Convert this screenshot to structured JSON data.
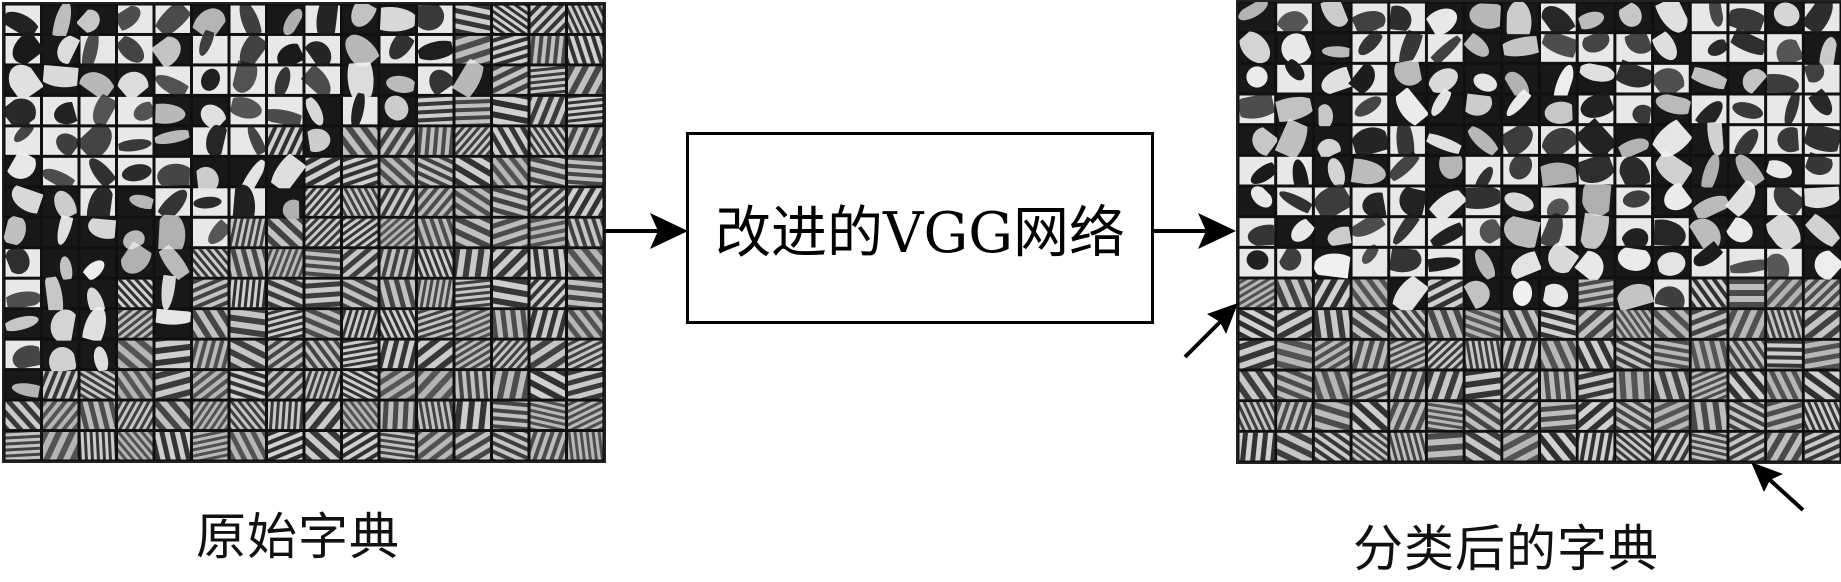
{
  "diagram": {
    "network_label": "改进的VGG网络",
    "original_dictionary": {
      "caption": "原始字典",
      "grid_rows": 15,
      "grid_cols": 16
    },
    "classified_dictionary": {
      "caption": "分类后的字典",
      "grid_rows": 15,
      "grid_cols": 16
    },
    "colors": {
      "line": "#000000",
      "background": "#ffffff",
      "patch_dark": "#101010",
      "patch_light": "#f2f2f2"
    }
  }
}
